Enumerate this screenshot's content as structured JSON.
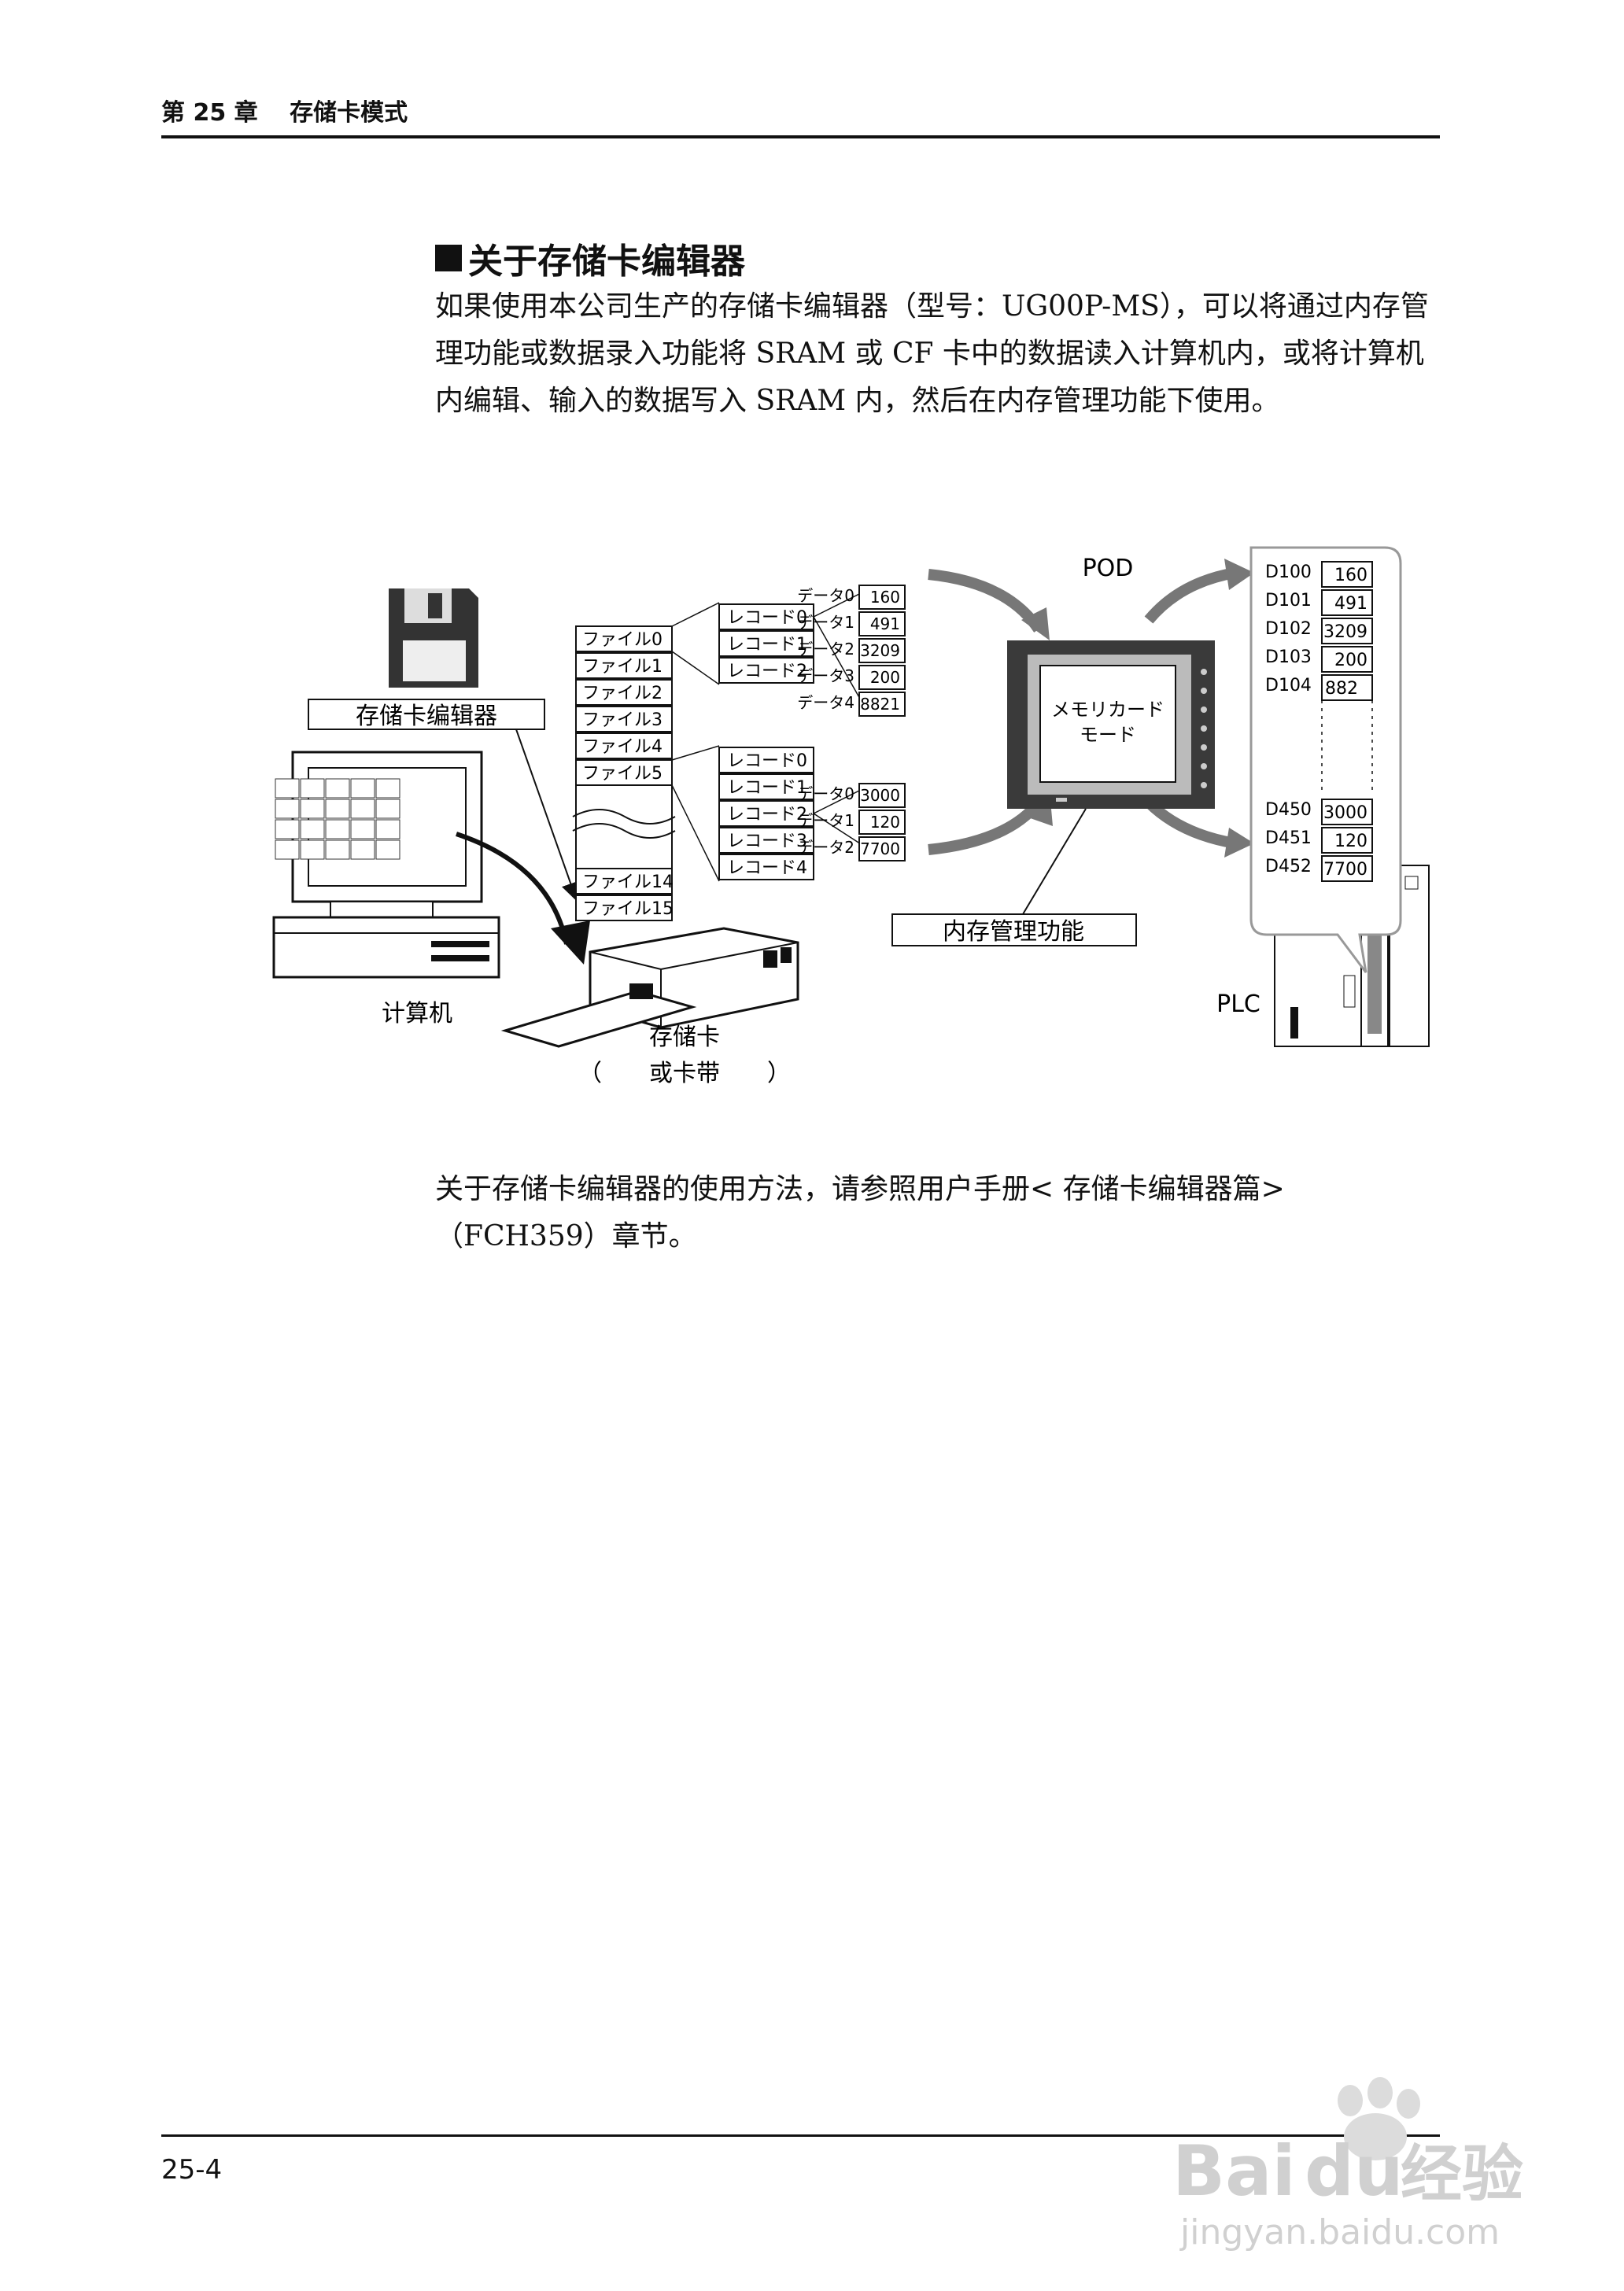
{
  "header": {
    "chapter": "第 25 章",
    "title": "存储卡模式"
  },
  "section": {
    "title": "关于存储卡编辑器",
    "para1": "如果使用本公司生产的存储卡编辑器（型号：UG00P-MS），可以将通过内存管理功能或数据录入功能将 SRAM 或 CF 卡中的数据读入计算机内，或将计算机内编辑、输入的数据写入 SRAM 内，然后在内存管理功能下使用。",
    "para2": "关于存储卡编辑器的使用方法，请参照用户手册< 存储卡编辑器篇>（FCH359）章节。"
  },
  "diagram": {
    "editor_label": "存储卡编辑器",
    "computer_label": "计算机",
    "card_label": "存储卡",
    "card_sub": "（　　或卡带　　）",
    "pod_label": "POD",
    "screen_line1": "メモリカード",
    "screen_line2": "モード",
    "memory_mgmt_label": "内存管理功能",
    "plc_label": "PLC",
    "files": [
      "ファイル0",
      "ファイル1",
      "ファイル2",
      "ファイル3",
      "ファイル4",
      "ファイル5"
    ],
    "files_end": [
      "ファイル14",
      "ファイル15"
    ],
    "records_a": [
      "レコード0",
      "レコード1",
      "レコード2"
    ],
    "records_b": [
      "レコード0",
      "レコード1",
      "レコード2",
      "レコード3",
      "レコード4"
    ],
    "data_a": [
      {
        "name": "データ0",
        "value": "160"
      },
      {
        "name": "データ1",
        "value": "491"
      },
      {
        "name": "データ2",
        "value": "3209"
      },
      {
        "name": "データ3",
        "value": "200"
      },
      {
        "name": "データ4",
        "value": "8821"
      }
    ],
    "data_b": [
      {
        "name": "データ0",
        "value": "3000"
      },
      {
        "name": "データ1",
        "value": "120"
      },
      {
        "name": "データ2",
        "value": "7700"
      }
    ],
    "dev_top": [
      {
        "name": "D100",
        "value": "160"
      },
      {
        "name": "D101",
        "value": "491"
      },
      {
        "name": "D102",
        "value": "3209"
      },
      {
        "name": "D103",
        "value": "200"
      },
      {
        "name": "D104",
        "value": "882"
      }
    ],
    "dev_bottom": [
      {
        "name": "D450",
        "value": "3000"
      },
      {
        "name": "D451",
        "value": "120"
      },
      {
        "name": "D452",
        "value": "7700"
      }
    ]
  },
  "footer": {
    "page": "25-4"
  },
  "watermark": {
    "brand_a": "Bai",
    "brand_b": "du",
    "brand_c": "经验",
    "url": "jingyan.baidu.com"
  },
  "colors": {
    "text": "#111111",
    "arrow": "#777777",
    "bubble": "#999999",
    "watermark": "#cccccc"
  }
}
